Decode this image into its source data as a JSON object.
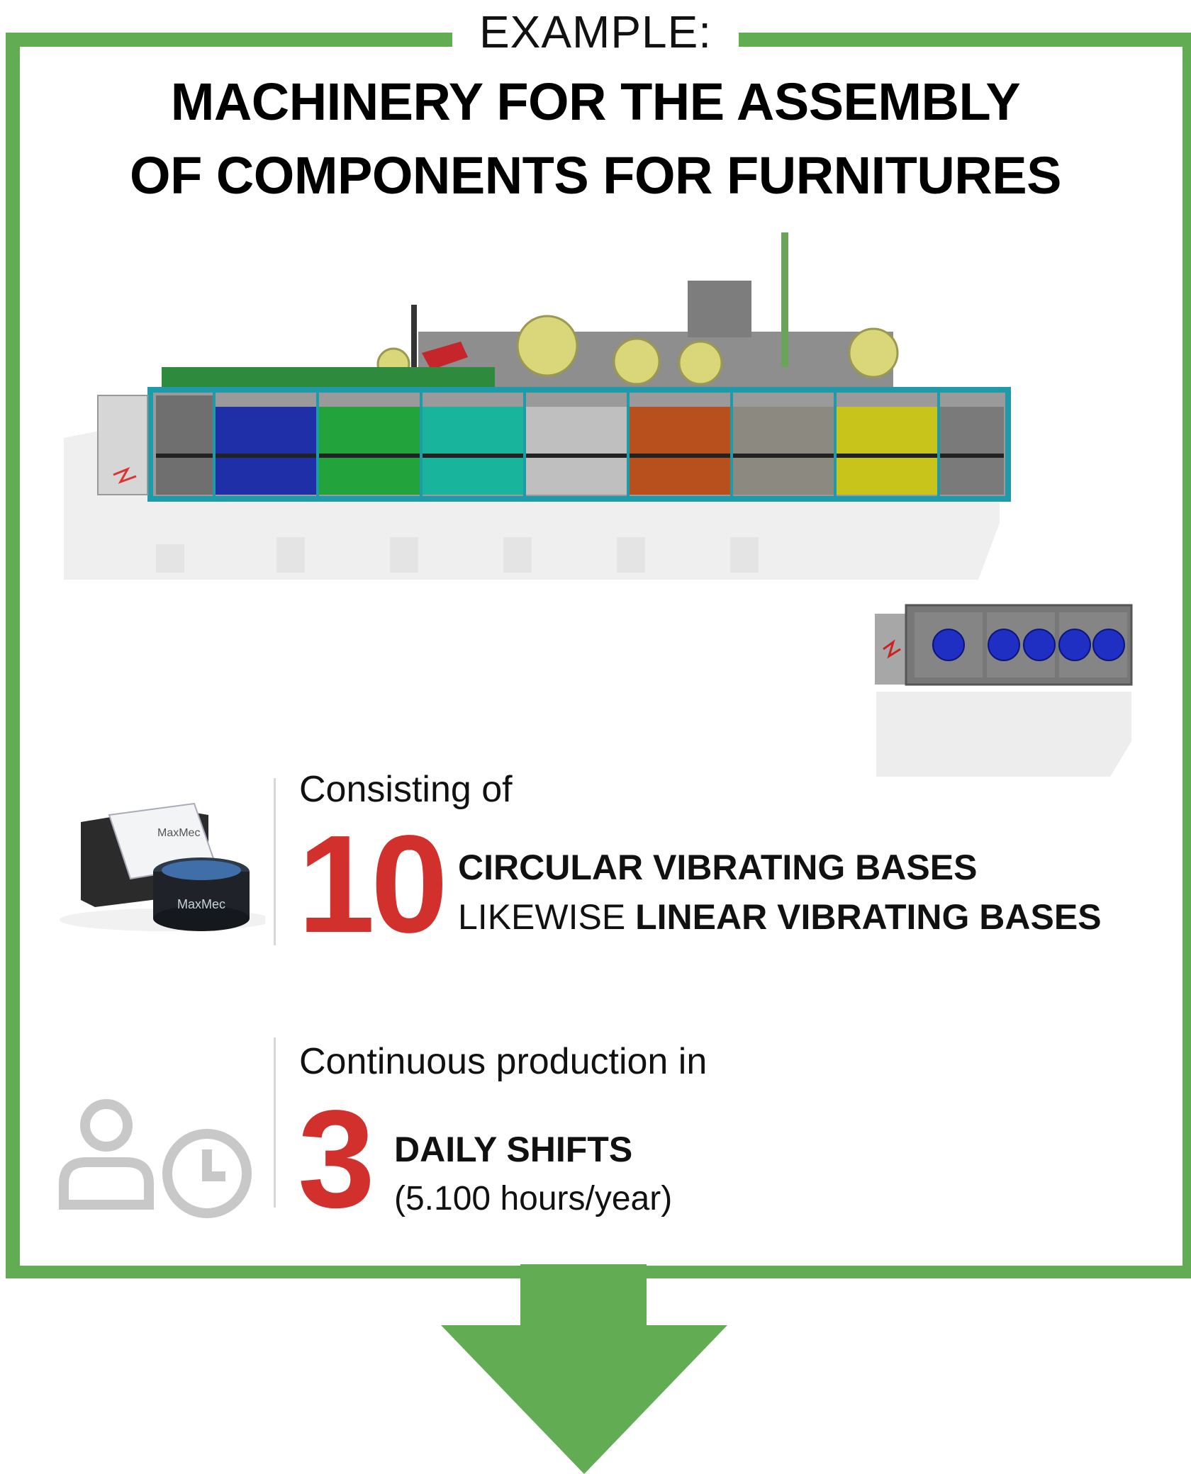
{
  "header": {
    "label": "EXAMPLE:",
    "title_line1": "MACHINERY FOR THE ASSEMBLY",
    "title_line2": "OF COMPONENTS FOR FURNITURES"
  },
  "images": {
    "machine": "assembly-machine-render",
    "feeder_station": "vibrating-feeder-station-render",
    "vibrating_bases": "vibrating-bases-photo",
    "brand_logo_text": "MaxMec"
  },
  "stat1": {
    "intro": "Consisting of",
    "number": "10",
    "line1": "CIRCULAR VIBRATING BASES",
    "line2_prefix": "LIKEWISE",
    "line2_bold": "LINEAR VIBRATING BASES"
  },
  "stat2": {
    "intro": "Continuous production in",
    "number": "3",
    "line1": "DAILY SHIFTS",
    "line2": "(5.100 hours/year)"
  },
  "colors": {
    "frame_green": "#62ad54",
    "number_red": "#d2302c",
    "icon_grey": "#c8c8c8"
  },
  "icons": [
    "person-icon",
    "clock-icon",
    "arrow-down-icon"
  ]
}
